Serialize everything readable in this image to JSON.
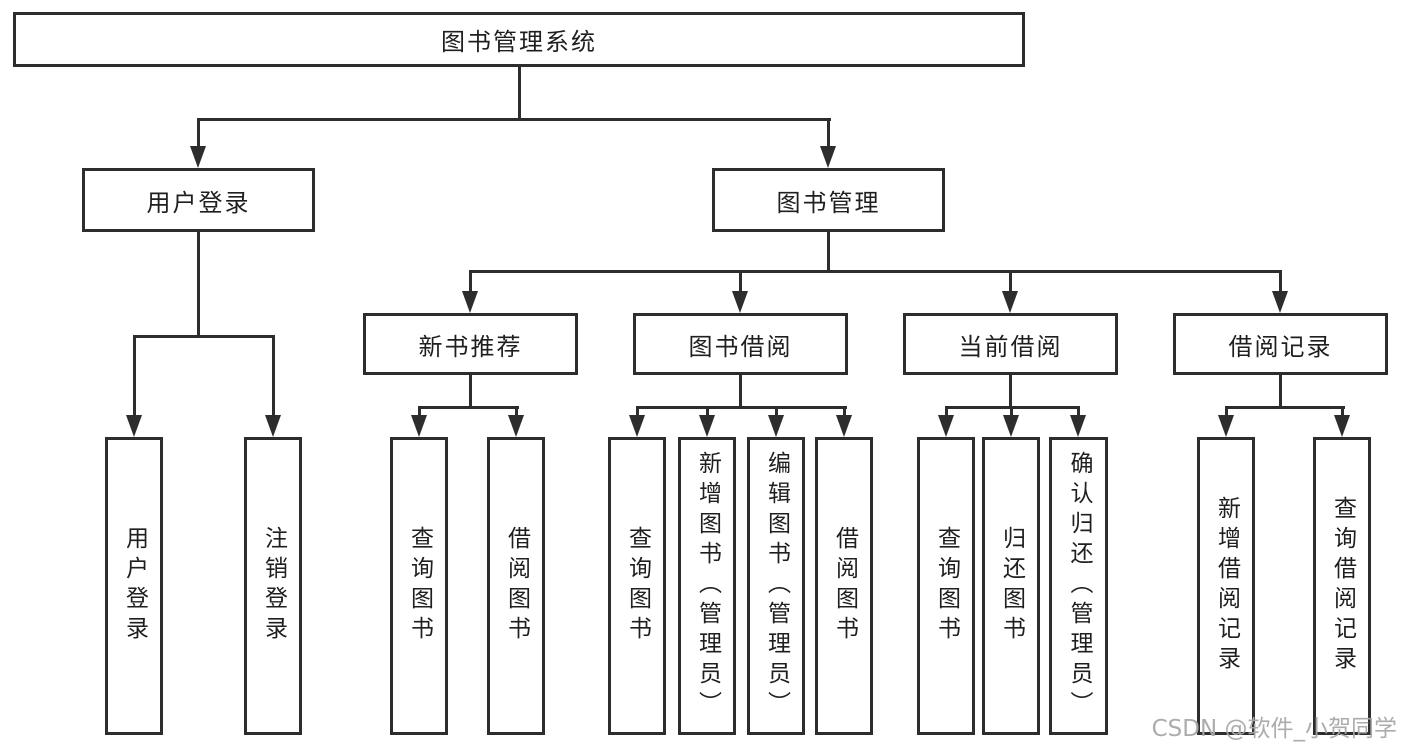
{
  "diagram_title": "图书管理系统",
  "nodes": {
    "root": "图书管理系统",
    "user_login": "用户登录",
    "book_mgmt": "图书管理",
    "leaf_login": "用户登录",
    "leaf_logout": "注销登录",
    "new_book_rec": "新书推荐",
    "book_borrow": "图书借阅",
    "current_borrow": "当前借阅",
    "borrow_record": "借阅记录",
    "rec_query": "查询图书",
    "rec_borrow": "借阅图书",
    "bb_query": "查询图书",
    "bb_add": "新增图书（管理员）",
    "bb_edit": "编辑图书（管理员）",
    "bb_borrow": "借阅图书",
    "cb_query": "查询图书",
    "cb_return": "归还图书",
    "cb_confirm": "确认归还（管理员）",
    "br_add": "新增借阅记录",
    "br_query": "查询借阅记录"
  },
  "edges": [
    [
      "图书管理系统",
      "用户登录"
    ],
    [
      "图书管理系统",
      "图书管理"
    ],
    [
      "用户登录",
      "用户登录"
    ],
    [
      "用户登录",
      "注销登录"
    ],
    [
      "图书管理",
      "新书推荐"
    ],
    [
      "图书管理",
      "图书借阅"
    ],
    [
      "图书管理",
      "当前借阅"
    ],
    [
      "图书管理",
      "借阅记录"
    ],
    [
      "新书推荐",
      "查询图书"
    ],
    [
      "新书推荐",
      "借阅图书"
    ],
    [
      "图书借阅",
      "查询图书"
    ],
    [
      "图书借阅",
      "新增图书（管理员）"
    ],
    [
      "图书借阅",
      "编辑图书（管理员）"
    ],
    [
      "图书借阅",
      "借阅图书"
    ],
    [
      "当前借阅",
      "查询图书"
    ],
    [
      "当前借阅",
      "归还图书"
    ],
    [
      "当前借阅",
      "确认归还（管理员）"
    ],
    [
      "借阅记录",
      "新增借阅记录"
    ],
    [
      "借阅记录",
      "查询借阅记录"
    ]
  ],
  "watermark": "CSDN @软件_小贺同学",
  "colors": {
    "background": "#ffffff",
    "box_border": "#2d2d2d",
    "line": "#2d2d2d",
    "text": "#1f1f1f",
    "watermark": "#a8a8a8"
  }
}
